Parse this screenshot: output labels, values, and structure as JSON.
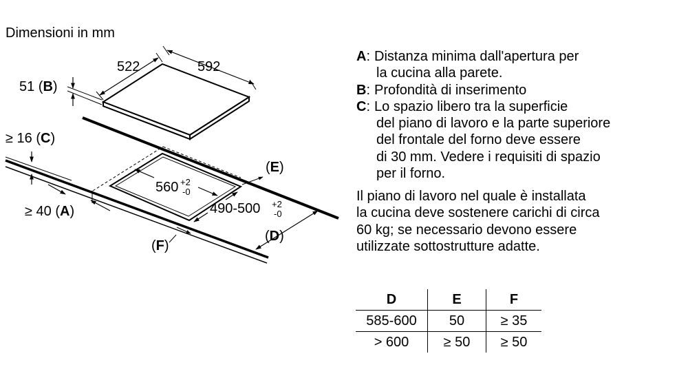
{
  "diagram": {
    "title": "Dimensioni in mm",
    "labels": {
      "depth_522": "522",
      "width_592": "592",
      "height_51": "51 (",
      "height_51_key": "B",
      "height_51_close": ")",
      "gap_16": "≥ 16 (",
      "gap_16_key": "C",
      "gap_16_close": ")",
      "gap_40": "≥ 40 (",
      "gap_40_key": "A",
      "gap_40_close": ")",
      "e_open": "(",
      "e_key": "E",
      "e_close": ")",
      "d_open": "(",
      "d_key": "D",
      "d_close": ")",
      "f_open": "(",
      "f_key": "F",
      "f_close": ")",
      "cutout_560": "560",
      "cutout_560_tol_plus": "+2",
      "cutout_560_tol_minus": "-0",
      "cutout_490": "490-500",
      "cutout_490_tol_plus": "+2",
      "cutout_490_tol_minus": "-0"
    }
  },
  "legend": [
    {
      "key": "A",
      "lines": [
        "Distanza minima dall'apertura per",
        "la cucina alla parete."
      ]
    },
    {
      "key": "B",
      "lines": [
        "Profondità di inserimento"
      ]
    },
    {
      "key": "C",
      "lines": [
        "Lo spazio libero tra la superficie",
        "del piano di lavoro e la parte superiore",
        "del frontale del forno deve essere",
        "di 30 mm. Vedere i requisiti di spazio",
        "per il forno."
      ]
    }
  ],
  "note": {
    "lines": [
      "Il piano di lavoro nel quale è installata",
      "la cucina deve sostenere carichi di circa",
      "60 kg; se necessario devono essere",
      "utilizzate sottostrutture adatte."
    ]
  },
  "table": {
    "headers": [
      "D",
      "E",
      "F"
    ],
    "rows": [
      [
        "585-600",
        "50",
        "≥ 35"
      ],
      [
        "> 600",
        "≥ 50",
        "≥ 50"
      ]
    ]
  }
}
